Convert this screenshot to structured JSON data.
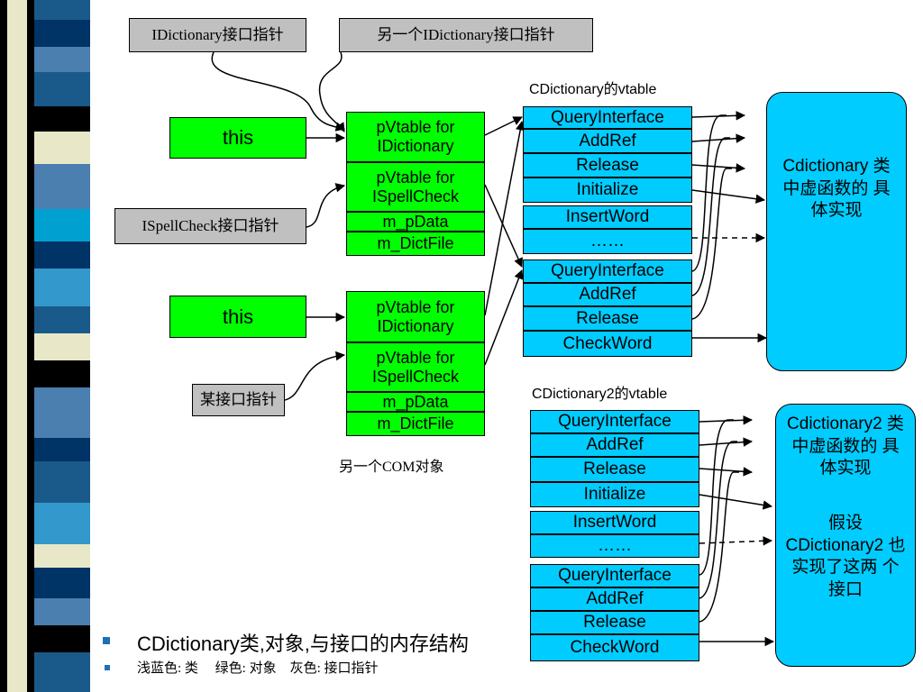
{
  "top_pointer_labels": [
    "IDictionary接口指针",
    "另一个IDictionary接口指针"
  ],
  "ispell_pointer_label": "ISpellCheck接口指针",
  "some_pointer_label": "某接口指针",
  "object1": {
    "this": "this",
    "fields": [
      "pVtable for IDictionary",
      "pVtable for ISpellCheck",
      "m_pData",
      "m_DictFile"
    ]
  },
  "object2": {
    "this": "this",
    "fields": [
      "pVtable for IDictionary",
      "pVtable for ISpellCheck",
      "m_pData",
      "m_DictFile"
    ],
    "caption": "另一个COM对象"
  },
  "vtable1": {
    "title": "CDictionary的vtable",
    "entries": [
      "QueryInterface",
      "AddRef",
      "Release",
      "Initialize",
      "InsertWord",
      "……",
      "QueryInterface",
      "AddRef",
      "Release",
      "CheckWord"
    ]
  },
  "vtable2": {
    "title": "CDictionary2的vtable",
    "entries": [
      "QueryInterface",
      "AddRef",
      "Release",
      "Initialize",
      "InsertWord",
      "……",
      "QueryInterface",
      "AddRef",
      "Release",
      "CheckWord"
    ]
  },
  "impl1": {
    "text": "Cdictionary 类中虚函数的 具体实现"
  },
  "impl2": {
    "text": "Cdictionary2 类中虚函数的 具体实现",
    "note": "假设 CDictionary2 也实现了这两 个接口"
  },
  "bullets": {
    "main": "CDictionary类,对象,与接口的内存结构",
    "legend": "浅蓝色: 类　 绿色: 对象　灰色: 接口指针"
  },
  "colors": {
    "object": "#00ff00",
    "vtable": "#00ccff",
    "pointer": "#c0c0c0",
    "bullet": "#1f6fb8"
  }
}
